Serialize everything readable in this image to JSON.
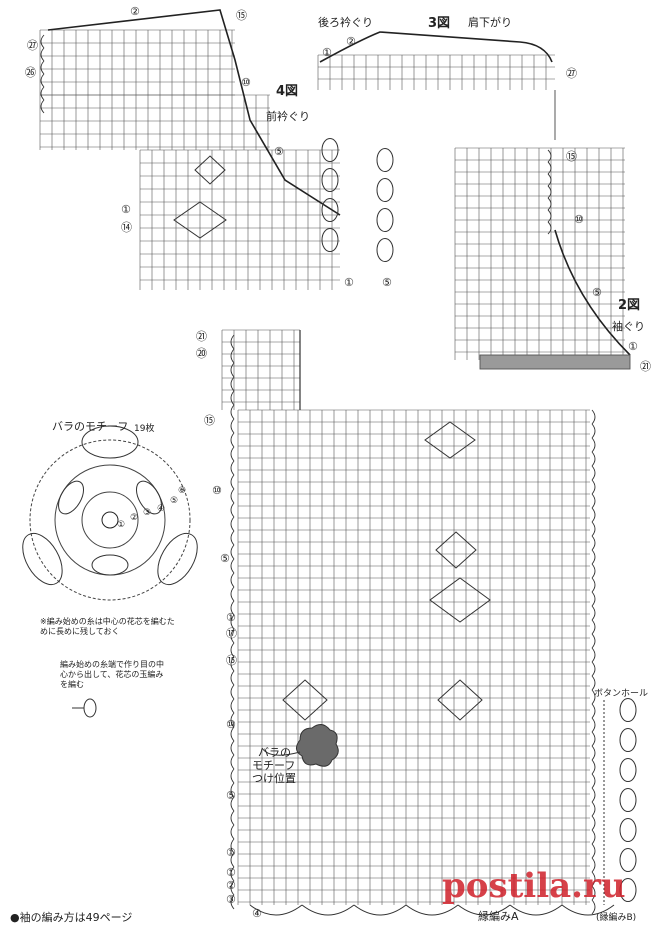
{
  "figure3": {
    "title": "3図",
    "subtitle": "肩下がり",
    "neck_label": "後ろ衿ぐり",
    "rows": [
      "②",
      "①",
      "㉗"
    ]
  },
  "figure4": {
    "title": "4図",
    "subtitle": "前衿ぐり",
    "rows": [
      "②",
      "㉗",
      "㉖",
      "⑮",
      "⑩",
      "⑤",
      "①",
      "⑭",
      "①",
      "⑤"
    ]
  },
  "figure2": {
    "title": "2図",
    "subtitle": "袖ぐり",
    "rows": [
      "⑮",
      "⑩",
      "⑤",
      "①",
      "㉑"
    ]
  },
  "main_body": {
    "row_marks": [
      "㉑",
      "⑳",
      "⑮",
      "⑩",
      "⑤",
      "①",
      "⑰",
      "⑮",
      "⑩",
      "⑤",
      "①",
      "①",
      "②",
      "③",
      "④"
    ],
    "motif_note": [
      "バラの",
      "モチーフ",
      "つけ位置"
    ],
    "stitch_a": "縁編みA",
    "stitch_b": "(縁編みB)",
    "buttonhole": "ボタンホール"
  },
  "rose_motif": {
    "title": "バラのモチーフ",
    "count": "19枚",
    "numbers": [
      "①",
      "②",
      "③",
      "④",
      "⑤",
      "⑥"
    ],
    "note1": "※編み始めの糸は中心の花芯を編むために長めに残しておく",
    "note2": "編み始めの糸端で作り目の中心から出して、花芯の玉編みを編む"
  },
  "footer": {
    "sleeve_note": "●袖の編み方は49ページ"
  },
  "watermark": "postila.ru",
  "colors": {
    "ink": "#222222",
    "grid": "#555555",
    "watermark": "#d0202a",
    "motif_fill": "#6a6a6a",
    "shade": "#9a9a9a"
  }
}
